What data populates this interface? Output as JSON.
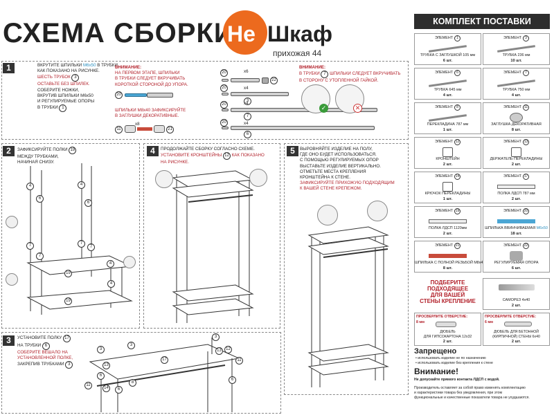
{
  "header": {
    "title": "СХЕМА СБОРКИ",
    "logo_he": "Не",
    "logo_rest": "Шкаф",
    "subtitle": "прихожая 44"
  },
  "step1": {
    "num": "1",
    "text": [
      "ВКРУТИТЕ ШПИЛЬКИ",
      "В ТРУБКИ,",
      "КАК ПОКАЗАНО НА РИСУНКЕ.",
      "ШЕСТЬ ТРУБОК",
      "ОСТАВЬТЕ БЕЗ ШПИЛЕК.",
      "СОБЕРИТЕ НОЖКИ,",
      "ВКРУТИВ ШПИЛЬКИ М6х50",
      "И РЕГУЛИРУЕМЫЕ ОПОРЫ",
      "В ТРУБКИ"
    ],
    "m6x50": "М6х50",
    "c3": "3",
    "c1": "1",
    "note_title": "ВНИМАНИЕ:",
    "note_lines": [
      "НА ПЕРВОМ ЭТАПЕ, ШПИЛЬКИ",
      "В ТРУБКИ СЛЕДУЕТ ВКРУЧИВАТЬ",
      "КОРОТКОЙ СТОРОНОЙ ДО УПОРА."
    ],
    "c20": "20",
    "m8_lines": [
      "ШПИЛЬКИ М8х40 ЗАФИКСИРУЙТЕ",
      "В ЗАГЛУШКИ ДЕКОРАТИВНЫЕ."
    ],
    "x8": "х8",
    "c11": "11",
    "c21": "21",
    "rows": [
      {
        "a": "20",
        "mult": "х6",
        "b": "22"
      },
      {
        "a": "20",
        "mult": "х4",
        "b": "3"
      },
      {
        "a": "20",
        "mult": "х4",
        "b": "7"
      },
      {
        "a": "20",
        "mult": "х4",
        "b": "6"
      }
    ],
    "right_title": "ВНИМАНИЕ:",
    "right_lines": [
      "В ТРУБКИ",
      "ШПИЛЬКИ СЛЕДУЕТ ВКРУЧИВАТЬ",
      "В СТОРОНУ С УТОПЛЕННОЙ ГАЙКОЙ."
    ],
    "c7": "7"
  },
  "step2": {
    "num": "2",
    "lines": [
      "ЗАФИКСИРУЙТЕ ПОЛКИ",
      "МЕЖДУ ТРУБКАМИ,",
      "НАЧИНАЯ СНИЗУ."
    ],
    "c19": "19",
    "labels": [
      "4",
      "4",
      "6",
      "6",
      "7",
      "7",
      "7",
      "7",
      "19",
      "19",
      "4",
      "4"
    ]
  },
  "step3": {
    "num": "3",
    "lines": [
      "УСТАНОВИТЕ ПОЛКУ",
      "НА ТРУБКИ",
      "СОБЕРИТЕ ВЕШАЛО НА",
      "УСТАНОВЛЕННОЙ ПОЛКЕ,",
      "ЗАКРЕПИВ ТРУБКАМИ"
    ],
    "c17": "17",
    "c6": "6",
    "c3": "3",
    "labels": [
      "3",
      "3",
      "17",
      "3",
      "13",
      "12",
      "13",
      "11",
      "14",
      "11",
      "6",
      "8",
      "6",
      "6"
    ]
  },
  "step4": {
    "num": "4",
    "lines": [
      "ПРОДОЛЖАЙТЕ СБОРКУ СОГЛАСНО СХЕМЕ.",
      "УСТАНОВИТЕ КРОНШТЕЙНЫ",
      "КАК ПОКАЗАНО",
      "НА РИСУНКЕ."
    ],
    "c12": "12"
  },
  "step5": {
    "num": "5",
    "lines": [
      "ВЫРОВНЯЙТЕ ИЗДЕЛИЕ НА ПОЛУ,",
      "ГДЕ ОНО БУДЕТ ИСПОЛЬЗОВАТЬСЯ.",
      "С ПОМОЩЬЮ РЕГУЛИРУЕМЫХ ОПОР",
      "ВЫСТАВЬТЕ ИЗДЕЛИЕ ВЕРТИКАЛЬНО.",
      "ОТМЕТЬТЕ МЕСТА КРЕПЛЕНИЯ",
      "КРОНШТЕЙНА К СТЕНЕ."
    ],
    "red_lines": [
      "ЗАФИКСИРУЙТЕ ПРИХОЖУЮ ПОДХОДЯЩИМ",
      "К ВАШЕЙ СТЕНЕ КРЕПЕЖОМ."
    ]
  },
  "kit": {
    "title": "КОМПЛЕКТ ПОСТАВКИ",
    "el_label": "ЭЛЕМЕНТ",
    "items": [
      {
        "n": "1",
        "name": "ТРУБКА С ЗАГЛУШКОЙ",
        "name2": "105 мм",
        "qty": "6 шт."
      },
      {
        "n": "3",
        "name": "ТРУБКА 236 мм",
        "name2": "",
        "qty": "10 шт."
      },
      {
        "n": "6",
        "name": "ТРУБКА 645 мм",
        "name2": "",
        "qty": "4 шт."
      },
      {
        "n": "7",
        "name": "ТРУБКА 750 мм",
        "name2": "",
        "qty": "4 шт."
      },
      {
        "n": "8",
        "name": "ПЕРЕКЛАДИНА 787 мм",
        "name2": "",
        "qty": "1 шт."
      },
      {
        "n": "11",
        "name": "ЗАГЛУШКА ДЕКОРАТИВНАЯ",
        "name2": "",
        "qty": "8 шт."
      },
      {
        "n": "12",
        "name": "КРОНШТЕЙН",
        "name2": "",
        "qty": "2 шт."
      },
      {
        "n": "13",
        "name": "ДЕРЖАТЕЛЬ ПЕРЕКЛАДИНЫ",
        "name2": "",
        "qty": "2 шт."
      },
      {
        "n": "14",
        "name": "КРЮЧОК ПЕРЕКЛАДИНЫ",
        "name2": "",
        "qty": "1 шт."
      },
      {
        "n": "17",
        "name": "ПОЛКА ЛДСП 787 мм",
        "name2": "",
        "qty": "2 шт."
      },
      {
        "n": "19",
        "name": "ПОЛКА ЛДСП 1120мм",
        "name2": "",
        "qty": "2 шт."
      },
      {
        "n": "20",
        "name": "ШПИЛЬКА ВВИНЧИВАЕМАЯ",
        "name2": "М6х50",
        "qty": "18 шт."
      },
      {
        "n": "21",
        "name": "ШПИЛЬКА С ПОЛНОЙ",
        "name2": "РЕЗЬБОЙ М8х40",
        "qty": "8 шт."
      },
      {
        "n": "22",
        "name": "РЕГУЛИРУЕМАЯ ОПОРА",
        "name2": "",
        "qty": "6 шт."
      }
    ],
    "choose_lines": [
      "ПОДБЕРИТЕ",
      "ПОДХОДЯЩЕЕ",
      "ДЛЯ ВАШЕЙ",
      "СТЕНЫ КРЕПЛЕНИЕ"
    ],
    "screw_name": "САМОРЕЗ 4х40",
    "screw_qty": "2 шт.",
    "drill_left_title": "ПРОСВЕРЛИТЕ ОТВЕРСТИЕ:",
    "drill_left_size": "8 мм",
    "dowel_left_name": "ДЮБЕЛЬ",
    "dowel_left_name2": "ДЛЯ ГИПСОКАРТОНА 12х32",
    "dowel_left_qty": "2 шт.",
    "drill_right_title": "ПРОСВЕРЛИТЕ ОТВЕРСТИЕ:",
    "drill_right_size": "6 мм",
    "dowel_right_name": "ДЮБЕЛЬ ДЛЯ БЕТОННОЙ",
    "dowel_right_name2": "(КИРПИЧНОЙ) СТЕНЫ 6х40",
    "dowel_right_qty": "2 шт.",
    "forbidden_title": "Запрещено",
    "forbidden_items": [
      "• использовать изделие не по назначению",
      "• использовать изделие без крепления к стене"
    ],
    "warning_title": "Внимание!",
    "warning_text": "Не допускайте прямого контакта ЛДСП с водой.",
    "footer": [
      "Производитель оставляет за собой право изменять комплектацию",
      "и характеристики товара без уведомления, при этом",
      "функциональные и качественные показатели товара не ухудшаются."
    ]
  },
  "colors": {
    "accent": "#ec6a1e",
    "red": "#b2202a",
    "blue": "#2a8fc0",
    "dark": "#2d2d2d"
  }
}
